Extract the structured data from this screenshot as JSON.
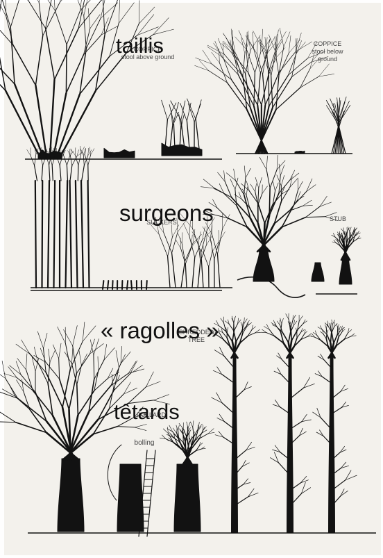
{
  "overlay_labels": {
    "coppice_fr": "taillis",
    "suckers_fr": "surgeons",
    "shredded_fr": "« ragolles »",
    "pollard_fr": "têtards"
  },
  "small_labels": {
    "coppice_above_title": "COPPICE",
    "coppice_above_sub": "stool above ground",
    "coppice_below_title": "COPPICE",
    "coppice_below_sub1": "stool below",
    "coppice_below_sub2": "ground",
    "suckers": "SUCKERS",
    "stub": "STUB",
    "shredded_line1": "SHREDDED",
    "shredded_line2": "TREE",
    "pollard": "POLLARD",
    "bolling": "bolling"
  },
  "colors": {
    "ink": "#121212",
    "paper": "#f3f1ec"
  }
}
